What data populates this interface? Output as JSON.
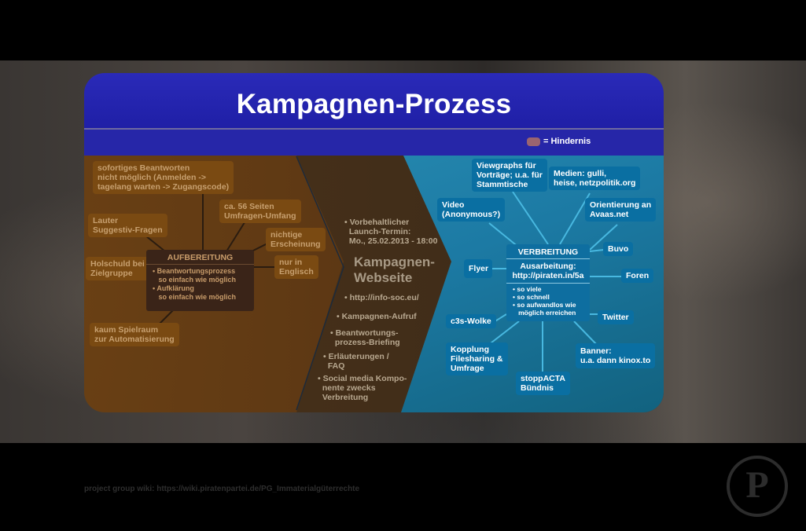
{
  "title": "Kampagnen-Prozess",
  "legend": {
    "label": "= Hindernis",
    "swatch_color": "#9a6470"
  },
  "obstacles": [
    "sofortiges Beantworten\nnicht möglich (Anmelden ->\ntagelang warten -> Zugangscode)",
    "ca. 56 Seiten\nUmfragen-Umfang",
    "Lauter\nSuggestiv-Fragen",
    "nichtige\nErscheinung",
    "Holschuld bei\nZielgruppe",
    "nur in\nEnglisch",
    "kaum Spielraum\nzur Automatisierung"
  ],
  "aufbereitung": {
    "title": "AUFBEREITUNG",
    "body": "• Beantwortungsprozess\n   so einfach wie möglich\n• Aufklärung\n   so einfach wie möglich"
  },
  "center": {
    "launch": "• Vorbehaltlicher\n  Launch-Termin:\n  Mo., 25.02.2013 - 18:00",
    "title": "Kampagnen-\nWebseite",
    "items": [
      "• http://info-soc.eu/",
      "• Kampagnen-Aufruf",
      "• Beantwortungs-\n  prozess-Briefing",
      "• Erläuterungen /\n  FAQ",
      "• Social media Kompo-\n  nente zwecks\n  Verbreitung"
    ]
  },
  "verbreitung": {
    "title": "VERBREITUNG",
    "mid": "Ausarbeitung:\nhttp://piraten.in/5a",
    "body": "• so viele\n• so schnell\n• so aufwandlos wie\n   möglich erreichen"
  },
  "channels": [
    "Viewgraphs für\nVorträge; u.a. für\nStammtische",
    "Medien: gulli,\nheise, netzpolitik.org",
    "Video\n(Anonymous?)",
    "Orientierung an\nAvaas.net",
    "Buvo",
    "Flyer",
    "Foren",
    "Twitter",
    "c3s-Wolke",
    "Kopplung\nFilesharing &\nUmfrage",
    "Banner:\nu.a. dann kinox.to",
    "stoppACTA\nBündnis"
  ],
  "footer": "project group wiki: https://wiki.piratenpartei.de/PG_Immaterialgüterrechte",
  "logo_glyph": "P"
}
